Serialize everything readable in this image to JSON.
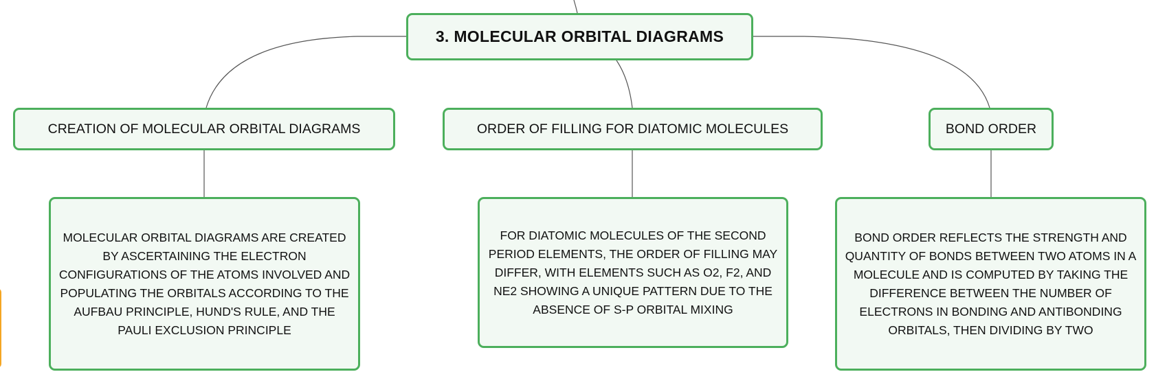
{
  "root": {
    "label": "3. MOLECULAR ORBITAL DIAGRAMS"
  },
  "topics": [
    {
      "label": "CREATION OF MOLECULAR ORBITAL DIAGRAMS",
      "detail": "MOLECULAR ORBITAL DIAGRAMS ARE CREATED BY ASCERTAINING THE ELECTRON CONFIGURATIONS OF THE ATOMS INVOLVED AND POPULATING THE ORBITALS ACCORDING TO THE AUFBAU PRINCIPLE, HUND'S RULE, AND THE PAULI EXCLUSION PRINCIPLE"
    },
    {
      "label": "ORDER OF FILLING FOR DIATOMIC MOLECULES",
      "detail": "FOR DIATOMIC MOLECULES OF THE SECOND PERIOD ELEMENTS, THE ORDER OF FILLING MAY DIFFER, WITH ELEMENTS SUCH AS O2, F2, AND NE2 SHOWING A UNIQUE PATTERN DUE TO THE ABSENCE OF S-P ORBITAL MIXING"
    },
    {
      "label": "BOND ORDER",
      "detail": "BOND ORDER REFLECTS THE STRENGTH AND QUANTITY OF BONDS BETWEEN TWO ATOMS IN A MOLECULE AND IS COMPUTED BY TAKING THE DIFFERENCE BETWEEN THE NUMBER OF ELECTRONS IN BONDING AND ANTIBONDING ORBITALS, THEN DIVIDING BY TWO"
    }
  ],
  "colors": {
    "node_border": "#4caf5c",
    "node_fill": "#f2f9f3",
    "connector": "#555555",
    "edge_tab": "#f5a623"
  }
}
